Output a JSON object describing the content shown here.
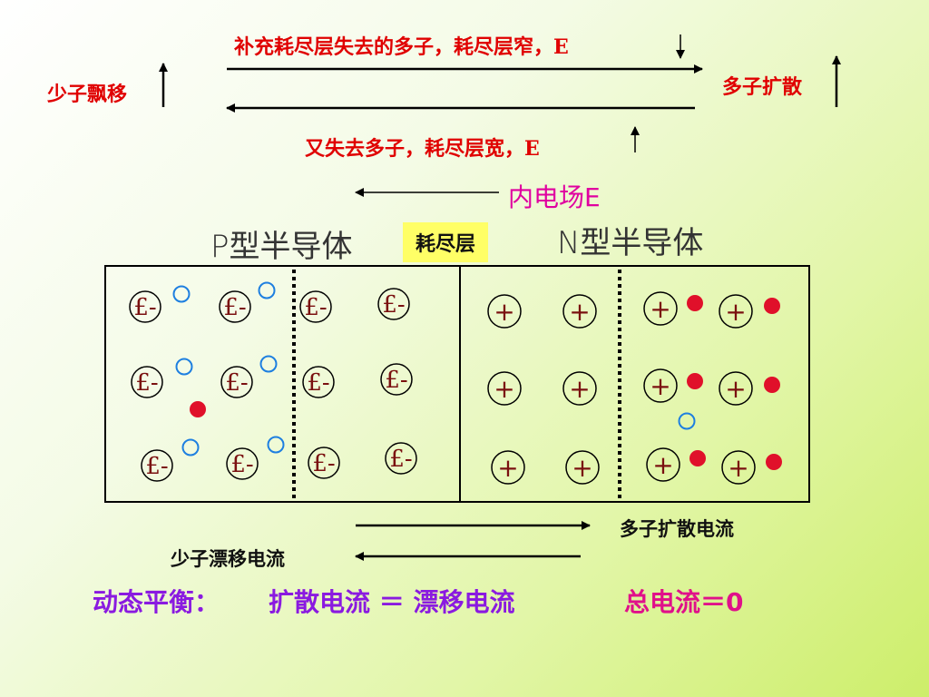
{
  "top": {
    "supplement_text": "补充耗尽层失去的多子，耗尽层窄，E",
    "minority_drift": "少子飘移",
    "majority_diffusion": "多子扩散",
    "lose_again_text": "又失去多子，耗尽层宽，E"
  },
  "field": {
    "label": "内电场E"
  },
  "regions": {
    "p_title": "P型半导体",
    "depletion": "耗尽层",
    "n_title": "N型半导体"
  },
  "ions": {
    "negative_symbol": "£-",
    "positive_symbol": "+"
  },
  "currents": {
    "majority_diffusion_current": "多子扩散电流",
    "minority_drift_current": "少子漂移电流"
  },
  "bottom": {
    "dynamic_balance": "动态平衡：",
    "equation": "扩散电流 ＝ 漂移电流",
    "total_current": "总电流＝0"
  },
  "colors": {
    "red_text": "#e00000",
    "electron": "#e0102a",
    "hole": "#1e7fe0",
    "ion_text": "#7a1010",
    "field_text": "#e000a0",
    "purple_text": "#8a1ae0",
    "magenta_text": "#e0108a",
    "depletion_label_bg": "#ffff66"
  }
}
